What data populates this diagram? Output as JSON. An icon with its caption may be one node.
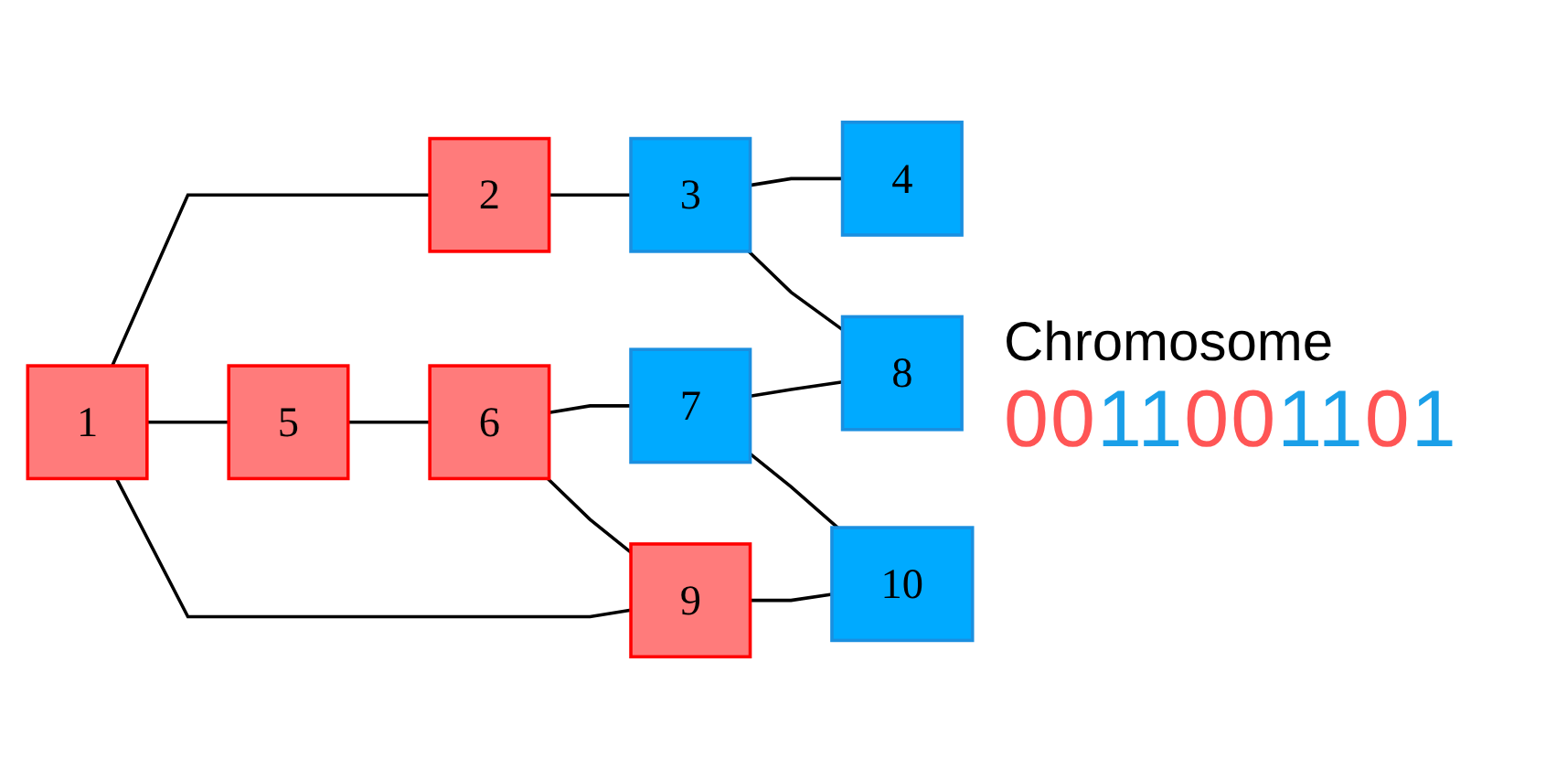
{
  "diagram": {
    "nodes": [
      {
        "text": [
          "1"
        ]
      },
      {
        "text": [
          "2"
        ]
      },
      {
        "text": [
          "3"
        ]
      },
      {
        "text": [
          "4"
        ]
      },
      {
        "text": [
          "5"
        ]
      },
      {
        "text": [
          "6"
        ]
      },
      {
        "text": [
          "7"
        ]
      },
      {
        "text": [
          "8"
        ]
      },
      {
        "text": [
          "9"
        ]
      },
      {
        "text": [
          "10"
        ]
      }
    ],
    "edges": [
      {
        "from": 0,
        "to": 1,
        "arrow": "none"
      },
      {
        "from": 1,
        "to": 2,
        "arrow": "none"
      },
      {
        "from": 2,
        "to": 3,
        "arrow": "none"
      },
      {
        "from": 0,
        "to": 4,
        "arrow": "none"
      },
      {
        "from": 0,
        "to": 8,
        "arrow": "none"
      },
      {
        "from": 4,
        "to": 5,
        "arrow": "none"
      },
      {
        "from": 5,
        "to": 6,
        "arrow": "none"
      },
      {
        "from": 6,
        "to": 7,
        "arrow": "none"
      },
      {
        "from": 2,
        "to": 7,
        "arrow": "none"
      },
      {
        "from": 5,
        "to": 8,
        "arrow": "none"
      },
      {
        "from": 6,
        "to": 9,
        "arrow": "none"
      },
      {
        "from": 8,
        "to": 9,
        "arrow": "none"
      }
    ],
    "labels": [
      "Chromosome",
      "0011001101"
    ]
  }
}
